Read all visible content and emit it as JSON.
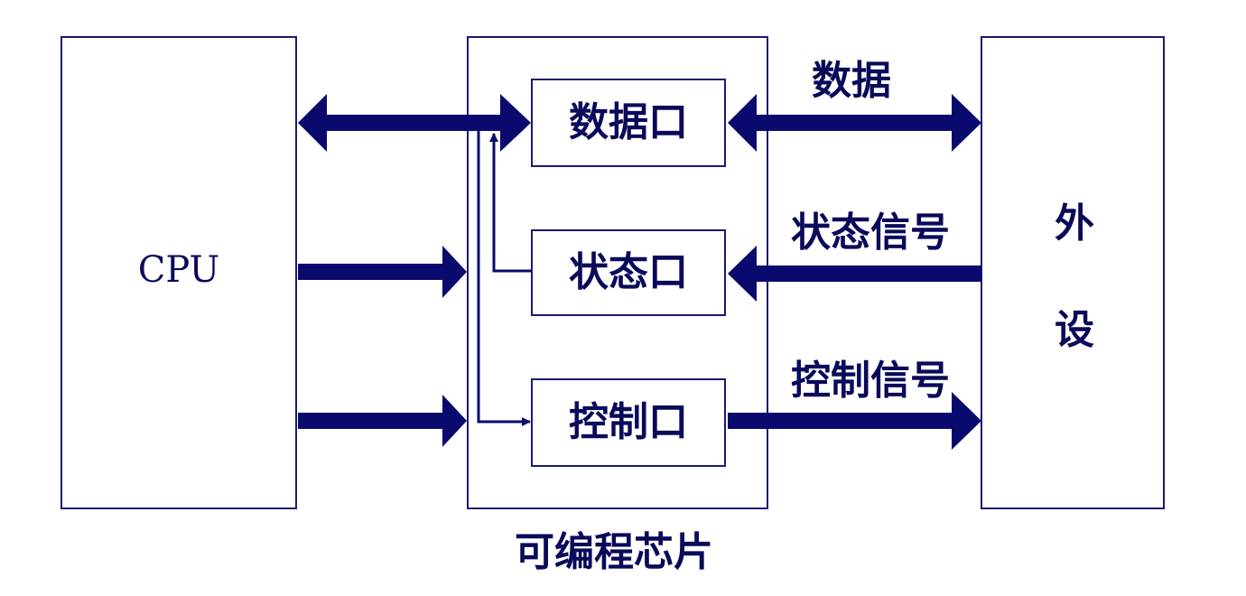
{
  "diagram": {
    "cpu_label": "CPU",
    "chip_label": "可编程芯片",
    "peripheral_label_top": "外",
    "peripheral_label_bottom": "设",
    "ports": {
      "data": "数据口",
      "status": "状态口",
      "control": "控制口"
    },
    "signals": {
      "data": "数据",
      "status": "状态信号",
      "control": "控制信号"
    }
  },
  "colors": {
    "arrow": "#0a0a6e",
    "border": "#1a1a6e",
    "text": "#0a0a5a"
  }
}
